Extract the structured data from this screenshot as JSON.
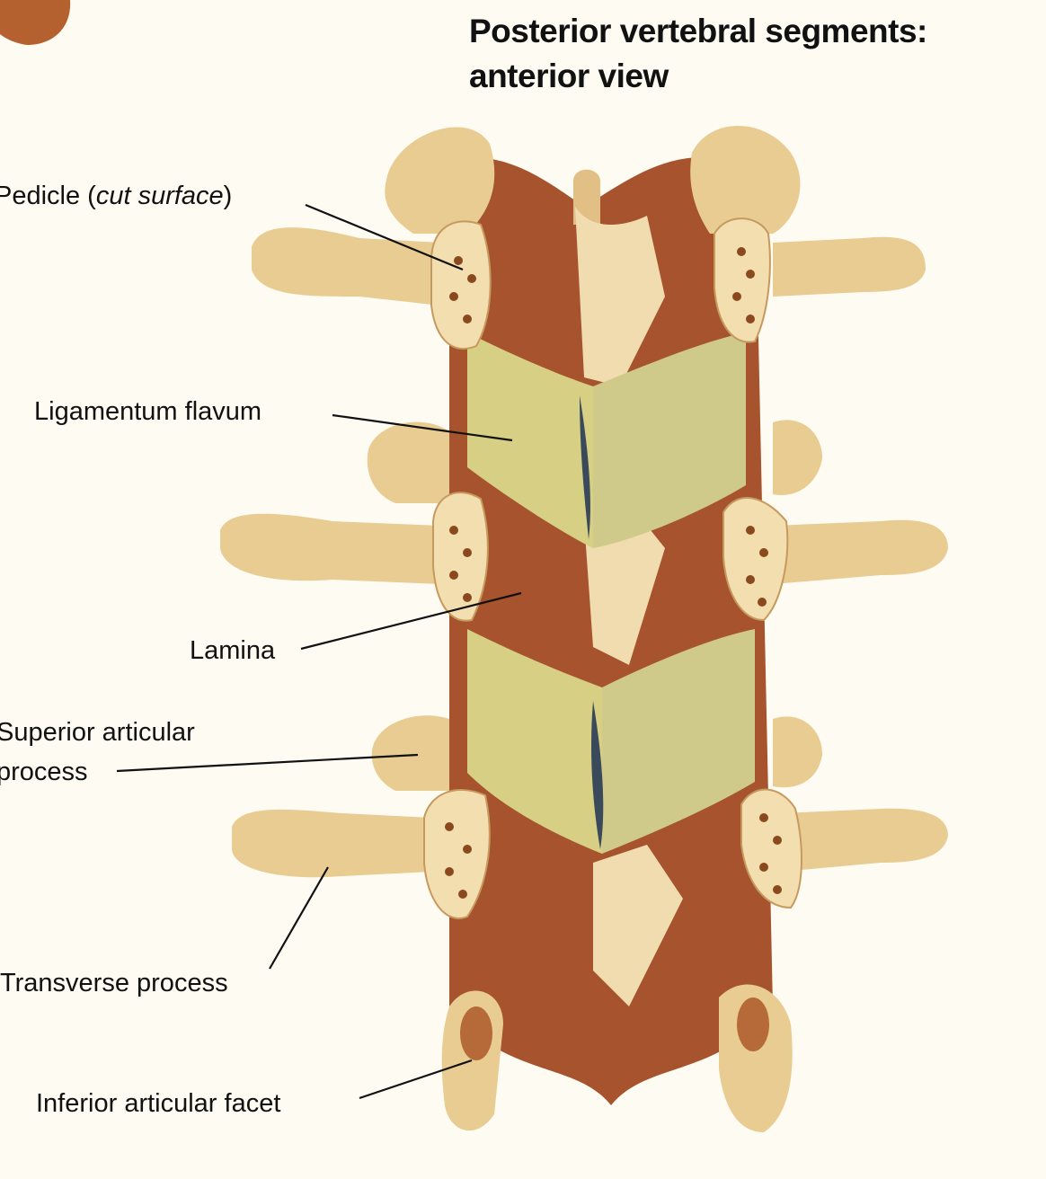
{
  "title": {
    "line1": "Posterior vertebral segments:",
    "line2": "anterior view"
  },
  "labels": {
    "pedicle": "Pedicle (",
    "pedicle_italic": "cut surface",
    "pedicle_close": ")",
    "ligamentum_flavum": "Ligamentum flavum",
    "lamina": "Lamina",
    "superior_line1": "Superior articular",
    "superior_line2": "process",
    "transverse_process": "Transverse process",
    "inferior_articular_facet": "Inferior articular facet"
  },
  "colors": {
    "background": "#fdfbf2",
    "bone": "#e9cc92",
    "bone_dark": "#a6532e",
    "ligament": "#d6cf84",
    "cancellous": "#8a4a1e"
  }
}
